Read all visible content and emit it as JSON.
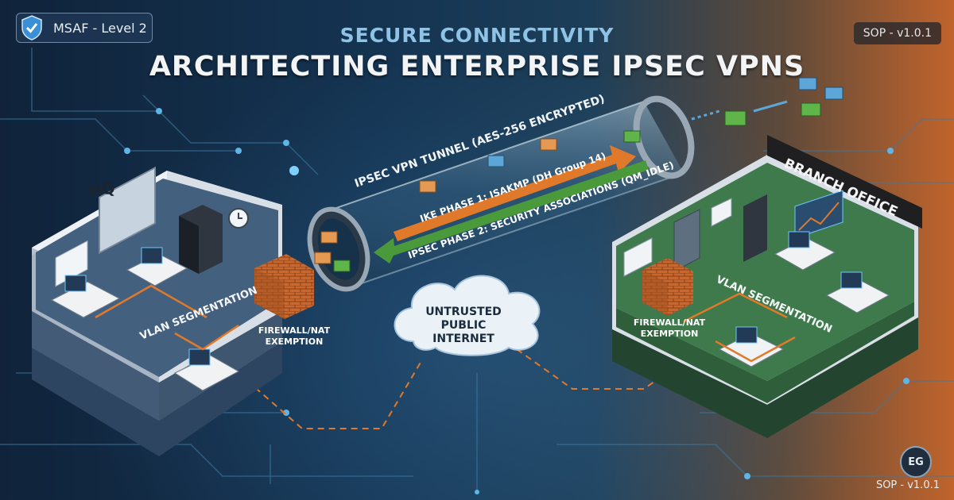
{
  "badge": {
    "label": "MSAF - Level 2",
    "icon": "shield-check-icon"
  },
  "version_top": "SOP - v1.0.1",
  "version_bottom": "SOP - v1.0.1",
  "title": {
    "kicker": "SECURE CONNECTIVITY",
    "main": "ARCHITECTING ENTERPRISE IPSEC VPNS"
  },
  "tunnel": {
    "label": "IPSEC VPN TUNNEL (AES-256 ENCRYPTED)",
    "phase1": "IKE PHASE 1: ISAKMP (DH Group 14)",
    "phase2": "IPSEC PHASE 2: SECURITY ASSOCIATIONS (QM_IDLE)"
  },
  "cloud": {
    "line1": "UNTRUSTED PUBLIC",
    "line2": "INTERNET"
  },
  "hq": {
    "label": "HQ",
    "vlan": "VLAN SEGMENTATION",
    "firewall_line1": "FIREWALL/NAT",
    "firewall_line2": "EXEMPTION"
  },
  "branch": {
    "label": "BRANCH OFFICE",
    "vlan": "VLAN SEGMENTATION",
    "firewall_line1": "FIREWALL/NAT",
    "firewall_line2": "EXEMPTION"
  },
  "logo": {
    "text": "EG",
    "icon": "company-logo-icon"
  },
  "colors": {
    "accent_blue": "#8ec3e6",
    "phase1_orange": "#e07a2a",
    "phase2_green": "#4a9a3c",
    "hq_floor": "#3f5670",
    "branch_floor": "#3e7a4c",
    "brick": "#c8682e"
  }
}
